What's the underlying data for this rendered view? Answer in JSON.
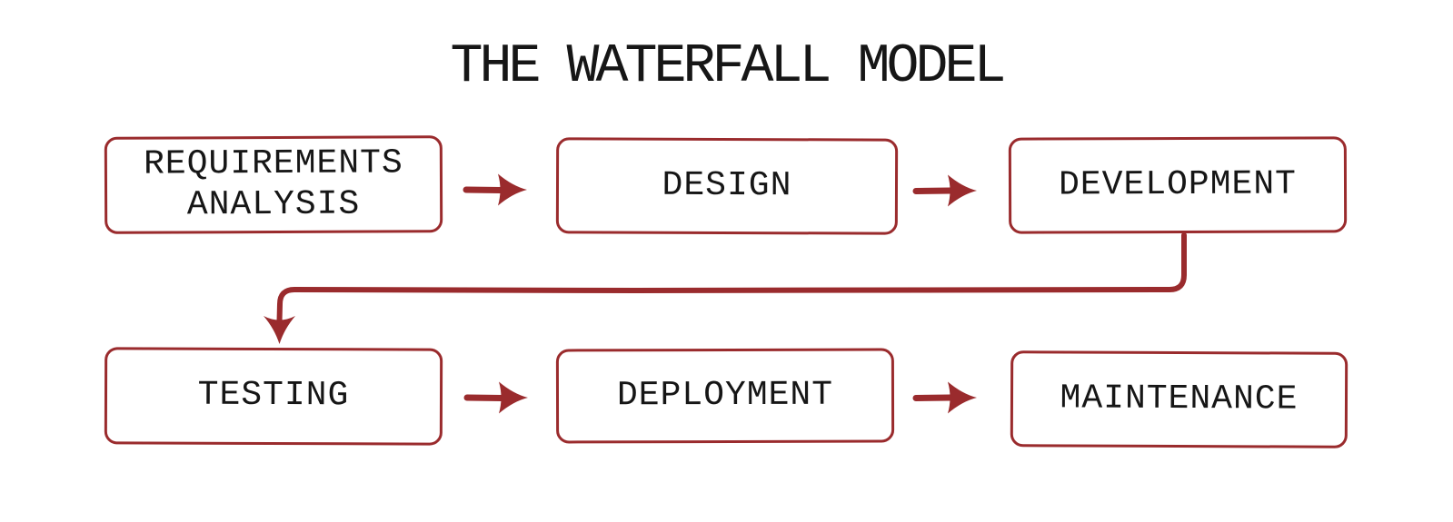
{
  "diagram": {
    "title": "THE WATERFALL MODEL",
    "accent_color": "#9A2B2D",
    "text_color": "#161616",
    "background_color": "#ffffff"
  },
  "stages": [
    {
      "id": "requirements-analysis",
      "label": "REQUIREMENTS ANALYSIS",
      "row": 1,
      "col": 1
    },
    {
      "id": "design",
      "label": "DESIGN",
      "row": 1,
      "col": 2
    },
    {
      "id": "development",
      "label": "DEVELOPMENT",
      "row": 1,
      "col": 3
    },
    {
      "id": "testing",
      "label": "TESTING",
      "row": 2,
      "col": 1
    },
    {
      "id": "deployment",
      "label": "DEPLOYMENT",
      "row": 2,
      "col": 2
    },
    {
      "id": "maintenance",
      "label": "MAINTENANCE",
      "row": 2,
      "col": 3
    }
  ],
  "connections": [
    {
      "from": "REQUIREMENTS ANALYSIS",
      "to": "DESIGN",
      "type": "arrow-right"
    },
    {
      "from": "DESIGN",
      "to": "DEVELOPMENT",
      "type": "arrow-right"
    },
    {
      "from": "DEVELOPMENT",
      "to": "TESTING",
      "type": "elbow-down-left"
    },
    {
      "from": "TESTING",
      "to": "DEPLOYMENT",
      "type": "arrow-right"
    },
    {
      "from": "DEPLOYMENT",
      "to": "MAINTENANCE",
      "type": "arrow-right"
    }
  ]
}
